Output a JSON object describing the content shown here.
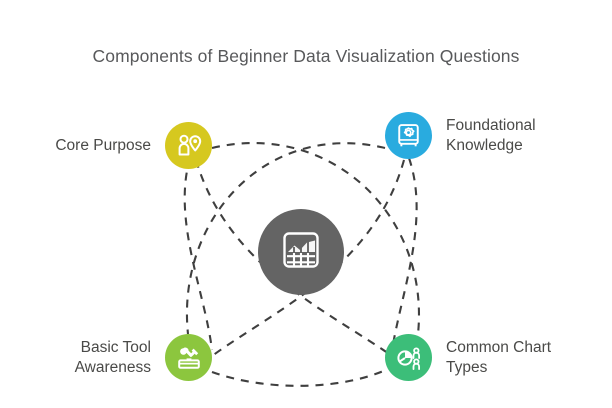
{
  "page": {
    "background_color": "#ffffff",
    "title": "Components of Beginner Data Visualization Questions",
    "title_color": "#58595b"
  },
  "diagram": {
    "type": "hub-and-spoke-atom",
    "connector_style": "dashed-curved-arc",
    "connector_color": "#3f3f3f",
    "center": {
      "label": "",
      "icon": "chart-table-icon",
      "color": "#646464"
    },
    "nodes": [
      {
        "id": "core-purpose",
        "label": "Core Purpose",
        "icon": "people-location-icon",
        "color": "#D6C81F",
        "position": "top-left",
        "label_side": "left"
      },
      {
        "id": "foundational-knowledge",
        "label": "Foundational\nKnowledge",
        "icon": "book-gear-icon",
        "color": "#29ABDF",
        "position": "top-right",
        "label_side": "right"
      },
      {
        "id": "basic-tool-awareness",
        "label": "Basic Tool\nAwareness",
        "icon": "toolbox-icon",
        "color": "#8CC63E",
        "position": "bottom-left",
        "label_side": "left"
      },
      {
        "id": "common-chart-types",
        "label": "Common Chart\nTypes",
        "icon": "pie-chart-people-icon",
        "color": "#3CBE79",
        "position": "bottom-right",
        "label_side": "right"
      }
    ]
  }
}
